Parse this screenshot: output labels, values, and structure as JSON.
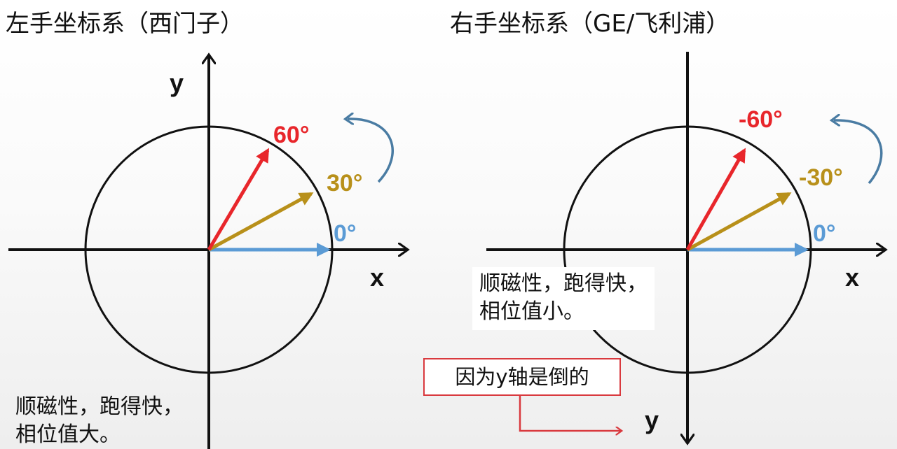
{
  "left_panel": {
    "title": "左手坐标系（西门子）",
    "x_label": "x",
    "y_label": "y",
    "angles": [
      {
        "label": "60°",
        "color": "#e8262b"
      },
      {
        "label": "30°",
        "color": "#b8901a"
      },
      {
        "label": "0°",
        "color": "#5b9bd5"
      }
    ],
    "note_lines": [
      "顺磁性，跑得快，",
      "相位值大。"
    ]
  },
  "right_panel": {
    "title": "右手坐标系（GE/飞利浦）",
    "x_label": "x",
    "y_label": "y",
    "angles": [
      {
        "label": "-60°",
        "color": "#e8262b"
      },
      {
        "label": "-30°",
        "color": "#b8901a"
      },
      {
        "label": "0°",
        "color": "#5b9bd5"
      }
    ],
    "note_lines": [
      "顺磁性，跑得快，",
      "相位值小。"
    ],
    "callout": "因为y轴是倒的"
  },
  "colors": {
    "red": "#e8262b",
    "gold": "#b8901a",
    "blue": "#5b9bd5",
    "rotation_arrow": "#4a7ca3",
    "callout_border": "#d9393e"
  }
}
